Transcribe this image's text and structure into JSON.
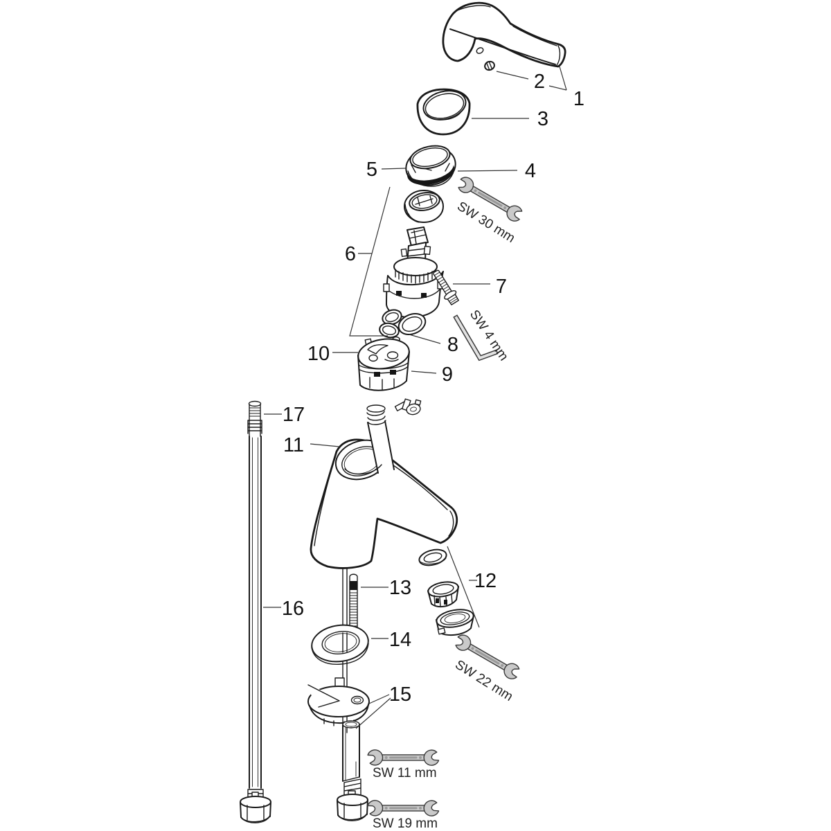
{
  "diagram": {
    "background_color": "#ffffff",
    "line_color": "#1a1a1a",
    "tool_fill_color": "#c9c9c9",
    "tool_detail_color": "#9a9a9a",
    "callouts": {
      "c1": "1",
      "c2": "2",
      "c3": "3",
      "c4": "4",
      "c5": "5",
      "c6": "6",
      "c7": "7",
      "c8": "8",
      "c9": "9",
      "c10": "10",
      "c11": "11",
      "c12": "12",
      "c13": "13",
      "c14": "14",
      "c15": "15",
      "c16": "16",
      "c17": "17"
    },
    "tools": {
      "sw30": "SW 30 mm",
      "sw4": "SW 4 mm",
      "sw22": "SW 22 mm",
      "sw11": "SW 11 mm",
      "sw19": "SW 19 mm"
    }
  }
}
